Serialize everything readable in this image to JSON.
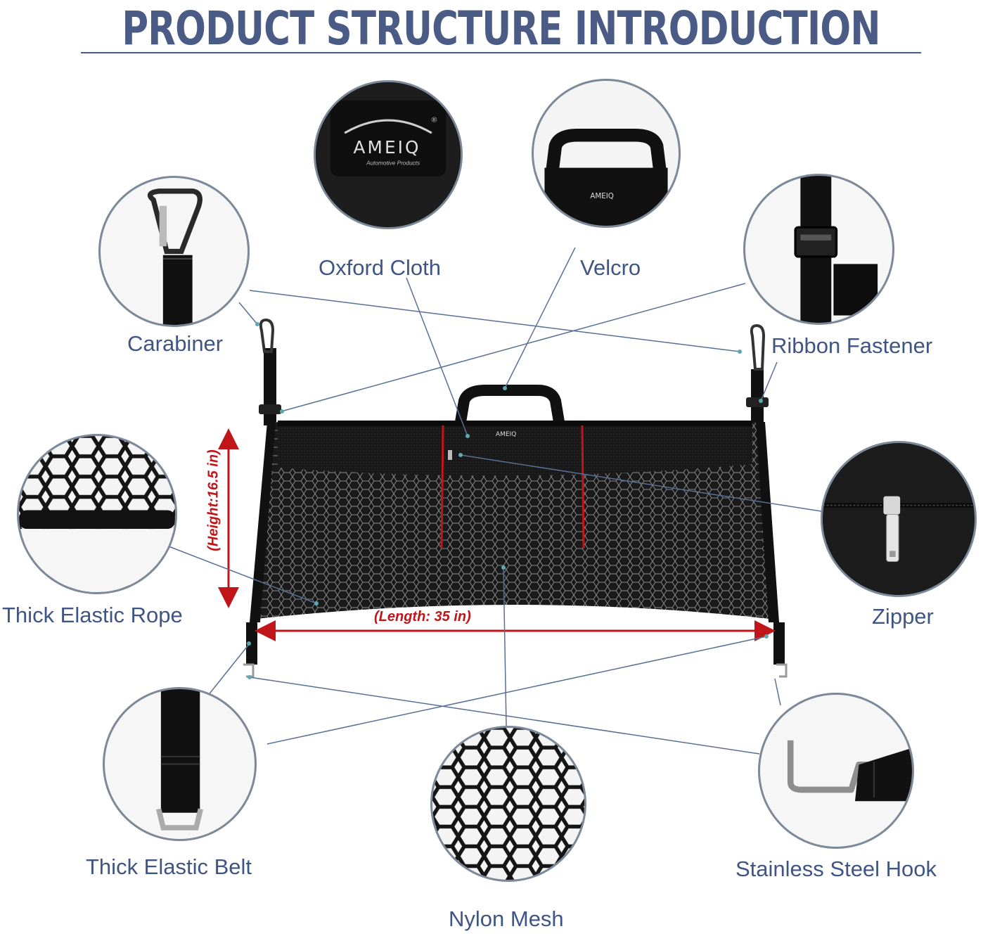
{
  "header": {
    "title": "PRODUCT STRUCTURE INTRODUCTION"
  },
  "labels": {
    "oxford_cloth": "Oxford Cloth",
    "velcro": "Velcro",
    "carabiner": "Carabiner",
    "ribbon_fastener": "Ribbon Fastener",
    "thick_elastic_rope": "Thick Elastic Rope",
    "zipper": "Zipper",
    "thick_elastic_belt": "Thick Elastic Belt",
    "nylon_mesh": "Nylon Mesh",
    "stainless_steel_hook": "Stainless Steel Hook"
  },
  "dimensions": {
    "height": "(Height:16.5 in)",
    "length": "(Length: 35 in)"
  },
  "brand": {
    "logo_text": "AMEIQ",
    "tagline": "Automotive Products",
    "registered": "®"
  },
  "colors": {
    "title": "#4a5b86",
    "label": "#3f5583",
    "leader_line": "#5a6f95",
    "dimension": "#c0161a",
    "product": "#0e0e0e"
  },
  "icons": [
    "carabiner-icon",
    "oxford-cloth-icon",
    "velcro-icon",
    "ribbon-fastener-icon",
    "elastic-rope-icon",
    "zipper-icon",
    "elastic-belt-icon",
    "nylon-mesh-icon",
    "steel-hook-icon"
  ]
}
